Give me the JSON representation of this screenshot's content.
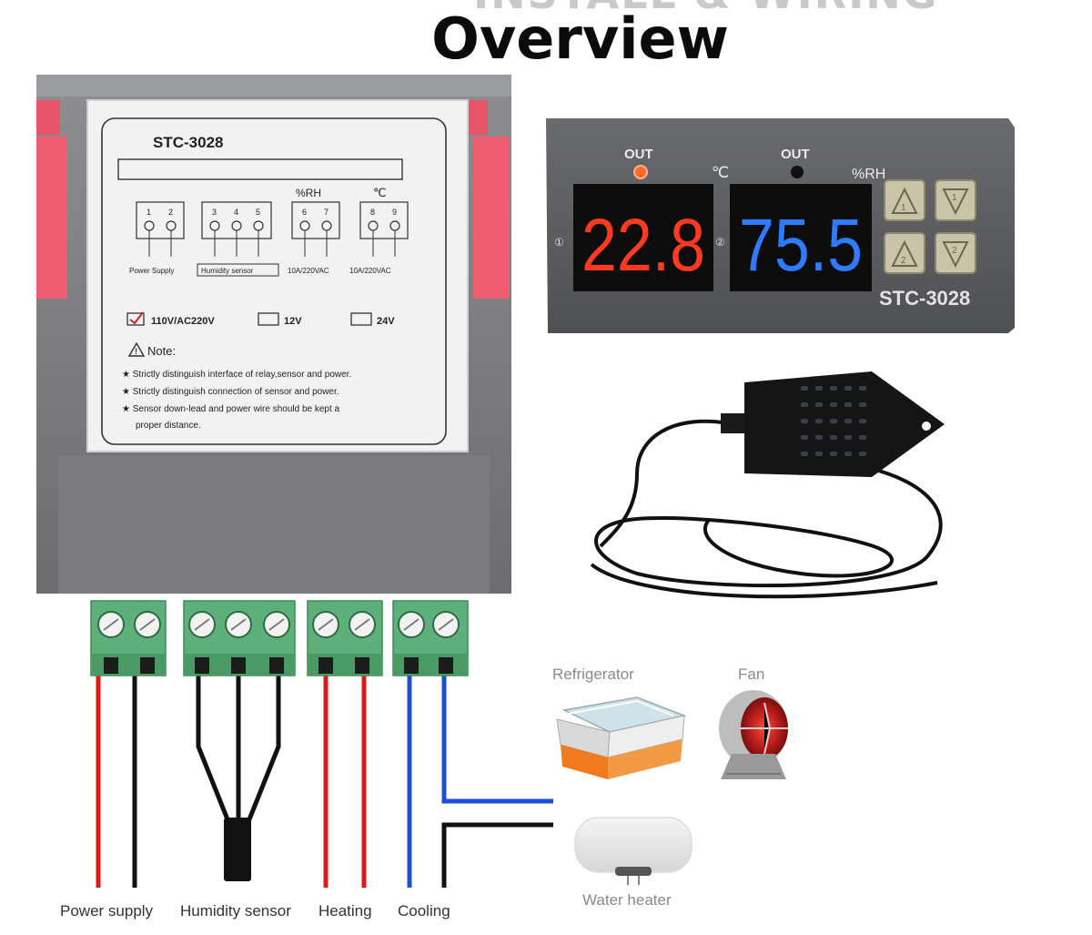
{
  "header": {
    "title": "Overview",
    "cut_title": "INSTALL & WIRING"
  },
  "back_label": {
    "model": "STC-3028",
    "terminal_numbers": [
      "1",
      "2",
      "3",
      "4",
      "5",
      "6",
      "7",
      "8",
      "9"
    ],
    "rh_unit": "%RH",
    "c_unit": "℃",
    "power_supply": "Power Supply",
    "humidity_sensor": "Humidity sensor",
    "relay_rating_1": "10A/220VAC",
    "relay_rating_2": "10A/220VAC",
    "voltage_options": [
      "110V/AC220V",
      "12V",
      "24V"
    ],
    "voltage_checked": "110V/AC220V",
    "note_title": "Note:",
    "notes": [
      "★ Strictly distinguish interface of relay,sensor and power.",
      "★ Strictly distinguish connection of sensor and power.",
      "★ Sensor down-lead and power wire should be kept a",
      "proper distance."
    ]
  },
  "front_panel": {
    "out_label_left": "OUT",
    "out_label_right": "OUT",
    "c_unit": "℃",
    "rh_unit": "%RH",
    "temperature_reading": "22.8",
    "humidity_reading": "75.5",
    "display_index_1": "①",
    "display_index_2": "②",
    "button_1": "1",
    "button_2": "2",
    "model": "STC-3028",
    "colors": {
      "temp_led": "#ff3b1f",
      "humidity_led": "#2f7bff",
      "panel": "#5d5e61"
    }
  },
  "wiring": {
    "labels": [
      "Power supply",
      "Humidity sensor",
      "Heating",
      "Cooling"
    ],
    "wire_colors": {
      "live": "#d81b1b",
      "neutral": "#111111",
      "cooling": "#1f4fd6"
    }
  },
  "appliances": {
    "refrigerator": "Refrigerator",
    "fan": "Fan",
    "water_heater": "Water heater"
  }
}
